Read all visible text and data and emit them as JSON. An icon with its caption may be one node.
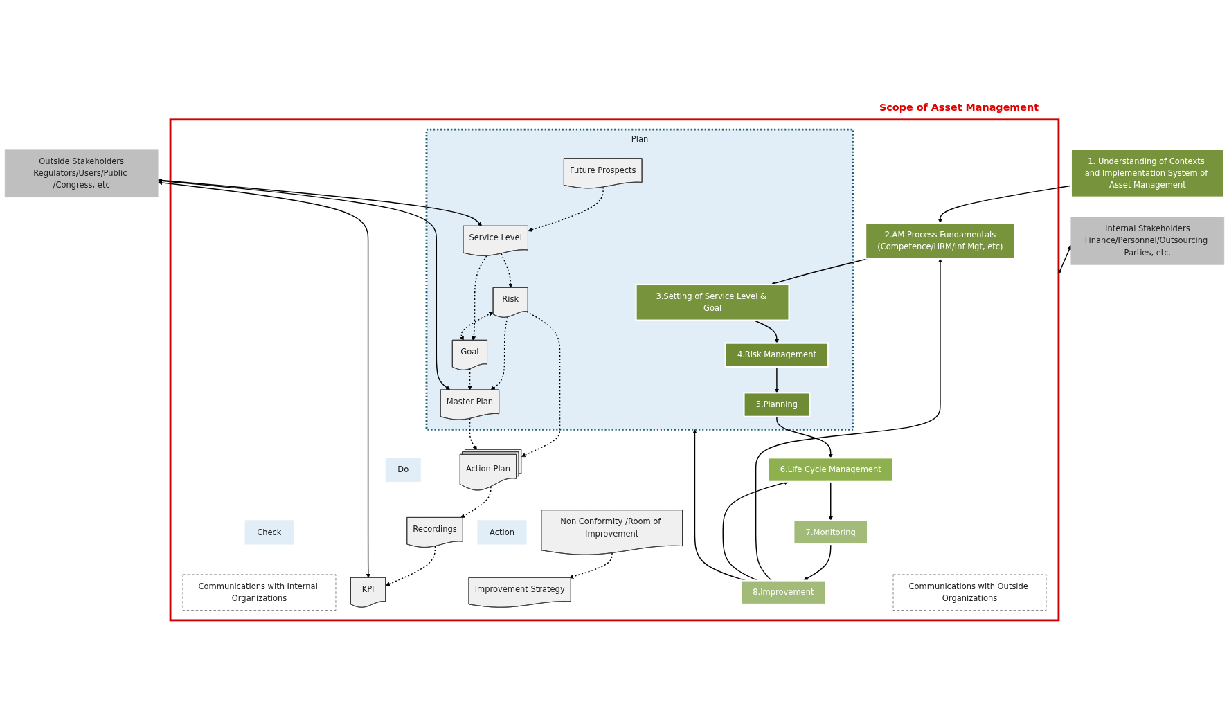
{
  "diagram": {
    "nodes": [
      {
        "text": [
          "1. Understanding of Contexts and Implementation System of Asset Management"
        ]
      },
      {
        "text": [
          "Scope of Asset Management"
        ]
      },
      {
        "text": [
          "Internal Stakeholders",
          "Finance/Personnel/Outsourcing Parties, etc."
        ]
      },
      {
        "text": [
          "Communications with Internal Organizations"
        ],
        "in": 1
      },
      {
        "text": [
          "2.AM Process Fundamentals",
          "(Competence/HRM/Inf Mgt, etc)"
        ],
        "in": 1
      },
      {
        "text": [
          "Plan"
        ],
        "in": 1
      },
      {
        "text": [
          "3.Setting of Service Level & Goal"
        ],
        "in": 5
      },
      {
        "text": [
          "4.Risk Management"
        ],
        "in": 5
      },
      {
        "text": [
          "5.Planning"
        ],
        "in": 5
      },
      {
        "text": [
          "Future Prospects"
        ],
        "in": 5
      },
      {
        "text": [
          "Service Level"
        ],
        "in": 5
      },
      {
        "text": [
          "Risk"
        ],
        "in": 5
      },
      {
        "text": [
          "Goal"
        ],
        "in": 5
      },
      {
        "text": [
          "Master Plan"
        ],
        "in": 5
      },
      {
        "text": [
          "6.Life Cycle Management"
        ],
        "in": 1
      },
      {
        "text": [
          "Action Plan"
        ],
        "in": 1
      },
      {
        "text": [
          "Do"
        ],
        "in": 1
      },
      {
        "text": [
          "Recordings"
        ],
        "in": 1
      },
      {
        "text": [
          "Check"
        ],
        "in": 1
      },
      {
        "text": [
          "KPI"
        ],
        "in": 1
      },
      {
        "text": [
          "7.Monitoring"
        ],
        "in": 1
      },
      {
        "text": [
          "Non Conformity /Room of Improvement"
        ],
        "in": 1
      },
      {
        "text": [
          "Action"
        ],
        "in": 1
      },
      {
        "text": [
          "Improvement Strategy"
        ],
        "in": 1
      },
      {
        "text": [
          "8.Improvement"
        ],
        "in": 1
      },
      {
        "text": [
          "Communications with Outside Organizations"
        ],
        "in": 1
      },
      {
        "text": [
          "Outside Stakeholders",
          "Regulators/Users/Public /Congress, etc"
        ]
      }
    ],
    "edges": [
      {
        "from": 0,
        "to": 4,
        "arrow": "to"
      },
      {
        "from": 4,
        "to": 6,
        "arrow": "to"
      },
      {
        "from": 6,
        "to": 7,
        "arrow": "to"
      },
      {
        "from": 7,
        "to": 8,
        "arrow": "to"
      },
      {
        "from": 8,
        "to": 14,
        "arrow": "to"
      },
      {
        "from": 14,
        "to": 20,
        "arrow": "to"
      },
      {
        "from": 20,
        "to": 24,
        "arrow": "to"
      },
      {
        "from": 24,
        "to": 4,
        "arrow": "to"
      },
      {
        "from": 24,
        "to": 5,
        "arrow": "to"
      },
      {
        "from": 24,
        "to": 14,
        "arrow": "to"
      },
      {
        "from": 2,
        "to": 1,
        "arrow": "both"
      },
      {
        "from": 9,
        "to": 10,
        "arrow": "to",
        "style": "dashed"
      },
      {
        "from": 10,
        "to": 11,
        "arrow": "to",
        "style": "dashed"
      },
      {
        "from": 10,
        "to": 12,
        "arrow": "to",
        "style": "dashed"
      },
      {
        "from": 11,
        "to": 12,
        "arrow": "both",
        "style": "dashed"
      },
      {
        "from": 11,
        "to": 15,
        "arrow": "to",
        "style": "dashed"
      },
      {
        "from": 11,
        "to": 13,
        "arrow": "to",
        "style": "dashed"
      },
      {
        "from": 12,
        "to": 13,
        "arrow": "to",
        "style": "dashed"
      },
      {
        "from": 13,
        "to": 15,
        "arrow": "to",
        "style": "dashed"
      },
      {
        "from": 15,
        "to": 17,
        "arrow": "to",
        "style": "dashed"
      },
      {
        "from": 17,
        "to": 19,
        "arrow": "to",
        "style": "dashed"
      },
      {
        "from": 21,
        "to": 23,
        "arrow": "to",
        "style": "dashed"
      },
      {
        "from": 26,
        "to": 10,
        "arrow": "both"
      },
      {
        "from": 26,
        "to": 13,
        "arrow": "both"
      },
      {
        "from": 26,
        "to": 19,
        "arrow": "both"
      }
    ]
  }
}
